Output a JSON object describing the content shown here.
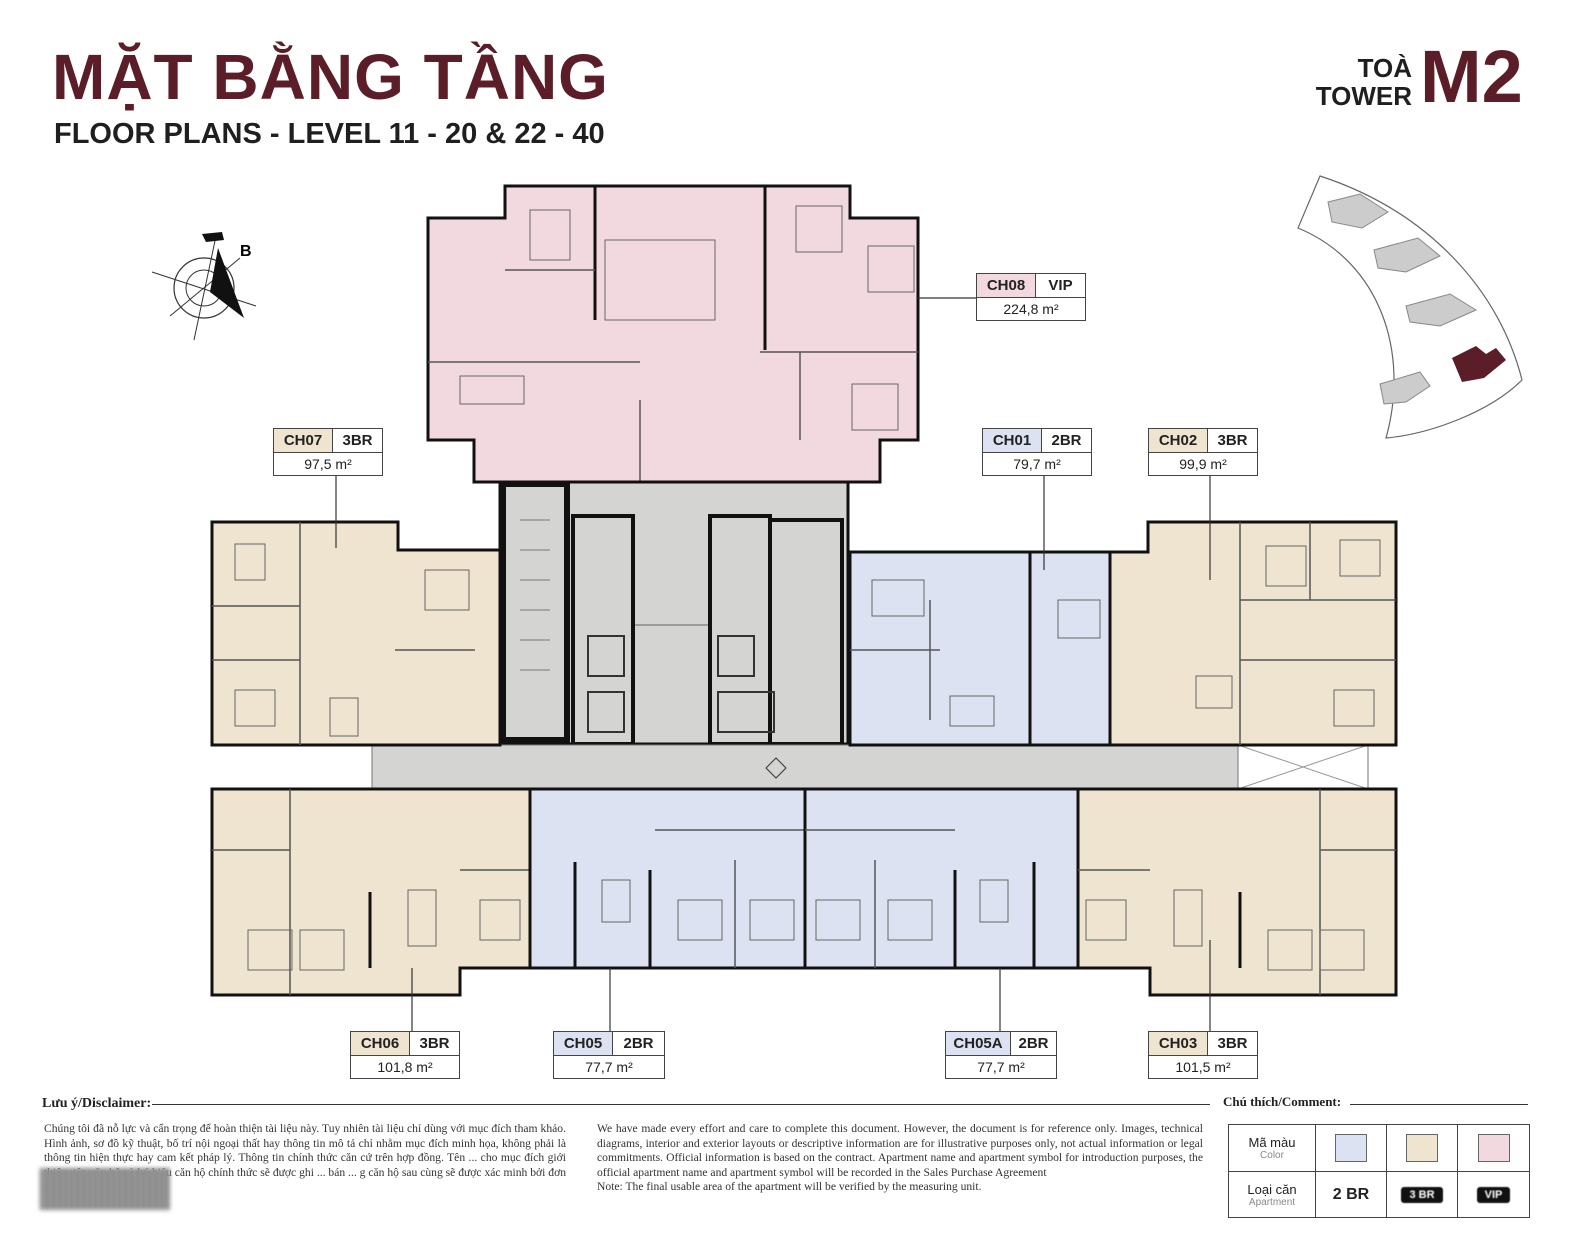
{
  "header": {
    "title": "MẶT BẰNG TẦNG",
    "subtitle": "FLOOR PLANS - LEVEL 11 - 20 & 22 - 40",
    "tower_vi": "TOÀ",
    "tower_en": "TOWER",
    "tower_code": "M2"
  },
  "compass": {
    "letter": "B"
  },
  "colors": {
    "brand": "#5b1d28",
    "vip": "#f2d9df",
    "three_br": "#efe4d0",
    "two_br": "#dde2f3",
    "core": "#d4d4d2",
    "wall": "#111111"
  },
  "units": [
    {
      "code": "CH08",
      "type": "VIP",
      "area": "224,8 m²"
    },
    {
      "code": "CH07",
      "type": "3BR",
      "area": "97,5 m²"
    },
    {
      "code": "CH01",
      "type": "2BR",
      "area": "79,7 m²"
    },
    {
      "code": "CH02",
      "type": "3BR",
      "area": "99,9 m²"
    },
    {
      "code": "CH06",
      "type": "3BR",
      "area": "101,8 m²"
    },
    {
      "code": "CH05",
      "type": "2BR",
      "area": "77,7 m²"
    },
    {
      "code": "CH05A",
      "type": "2BR",
      "area": "77,7 m²"
    },
    {
      "code": "CH03",
      "type": "3BR",
      "area": "101,5 m²"
    }
  ],
  "disclaimer": {
    "heading": "Lưu ý/Disclaimer:",
    "vi": "Chúng tôi đã nỗ lực và cẩn trọng để hoàn thiện tài liệu này. Tuy nhiên tài liệu chỉ dùng với mục đích tham khảo. Hình ảnh, sơ đồ kỹ thuật, bố trí nội ngoại thất hay thông tin mô tả chỉ nhằm mục đích minh họa, không phải là thông tin hiện thực hay cam kết pháp lý. Thông tin chính thức căn cứ trên hợp đồng. Tên ... cho mục đích giới thiệu, tên căn hộ và ký hiệu căn hộ chính thức sẽ được ghi ... bán ... g căn hộ sau cùng sẽ được xác minh bởi đơn vị đo đạc.",
    "en": "We have made every effort and care to complete this document. However, the document is for reference only. Images, technical diagrams, interior and exterior layouts or descriptive information are for illustrative purposes only, not actual information or legal commitments. Official information is based on the contract. Apartment name and apartment symbol for introduction purposes, the official apartment name and apartment symbol will be recorded in the Sales Purchase Agreement",
    "note": "Note: The final usable area of the apartment will be verified by the measuring unit."
  },
  "legend": {
    "heading": "Chú thích/Comment:",
    "color_vi": "Mã màu",
    "color_en": "Color",
    "apt_vi": "Loại căn",
    "apt_en": "Apartment",
    "types": [
      "2 BR",
      "3 BR",
      "VIP"
    ]
  }
}
